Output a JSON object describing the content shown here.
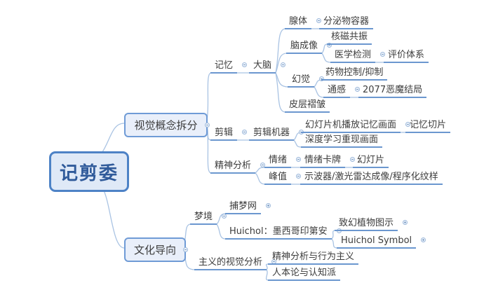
{
  "colors": {
    "canvas": "#ffffff",
    "root_border": "#4d82c6",
    "root_fill": "#dfe9f7",
    "root_text": "#2f5a9a",
    "box_border": "#6f9bd6",
    "box_fill": "#e9effa",
    "topic_text": "#3c3c3c",
    "underline": "#6b97cf",
    "connector": "#a9c3e3",
    "handle_border": "#9db8da",
    "handle_fill": "#eef4fb"
  },
  "map": {
    "root": {
      "label": "记剪委",
      "children": [
        {
          "label": "视觉概念拆分",
          "children": [
            {
              "label": "记忆",
              "children": [
                {
                  "label": "大脑",
                  "children": [
                    {
                      "label": "腺体",
                      "children": [
                        {
                          "label": "分泌物容器"
                        }
                      ]
                    },
                    {
                      "label": "脑成像",
                      "children": [
                        {
                          "label": "核磁共振"
                        },
                        {
                          "label": "医学检测",
                          "children": [
                            {
                              "label": "评价体系"
                            }
                          ]
                        }
                      ]
                    },
                    {
                      "label": "幻觉",
                      "children": [
                        {
                          "label": "药物控制/抑制"
                        },
                        {
                          "label": "通感",
                          "children": [
                            {
                              "label": "2077恶魔结局"
                            }
                          ]
                        }
                      ]
                    },
                    {
                      "label": "皮层褶皱"
                    }
                  ]
                }
              ]
            },
            {
              "label": "剪辑",
              "children": [
                {
                  "label": "剪辑机器",
                  "children": [
                    {
                      "label": "幻灯片机播放记忆画面",
                      "children": [
                        {
                          "label": "记忆切片"
                        }
                      ]
                    },
                    {
                      "label": "深度学习重现画面"
                    }
                  ]
                }
              ]
            },
            {
              "label": "精神分析",
              "children": [
                {
                  "label": "情绪",
                  "children": [
                    {
                      "label": "情绪卡牌",
                      "children": [
                        {
                          "label": "幻灯片"
                        }
                      ]
                    }
                  ]
                },
                {
                  "label": "峰值",
                  "children": [
                    {
                      "label": "示波器/激光雷达成像/程序化纹样"
                    }
                  ]
                }
              ]
            }
          ]
        },
        {
          "label": "文化导向",
          "children": [
            {
              "label": "梦境",
              "children": [
                {
                  "label": "捕梦网",
                  "collapsed": true
                },
                {
                  "label": "Huichol：墨西哥印第安",
                  "children": [
                    {
                      "label": "致幻植物图示",
                      "collapsed": true
                    },
                    {
                      "label": "Huichol Symbol",
                      "collapsed": true
                    }
                  ]
                }
              ]
            },
            {
              "label": "主义的视觉分析",
              "children": [
                {
                  "label": "精神分析与行为主义"
                },
                {
                  "label": "人本论与认知派"
                }
              ]
            }
          ]
        }
      ]
    }
  }
}
